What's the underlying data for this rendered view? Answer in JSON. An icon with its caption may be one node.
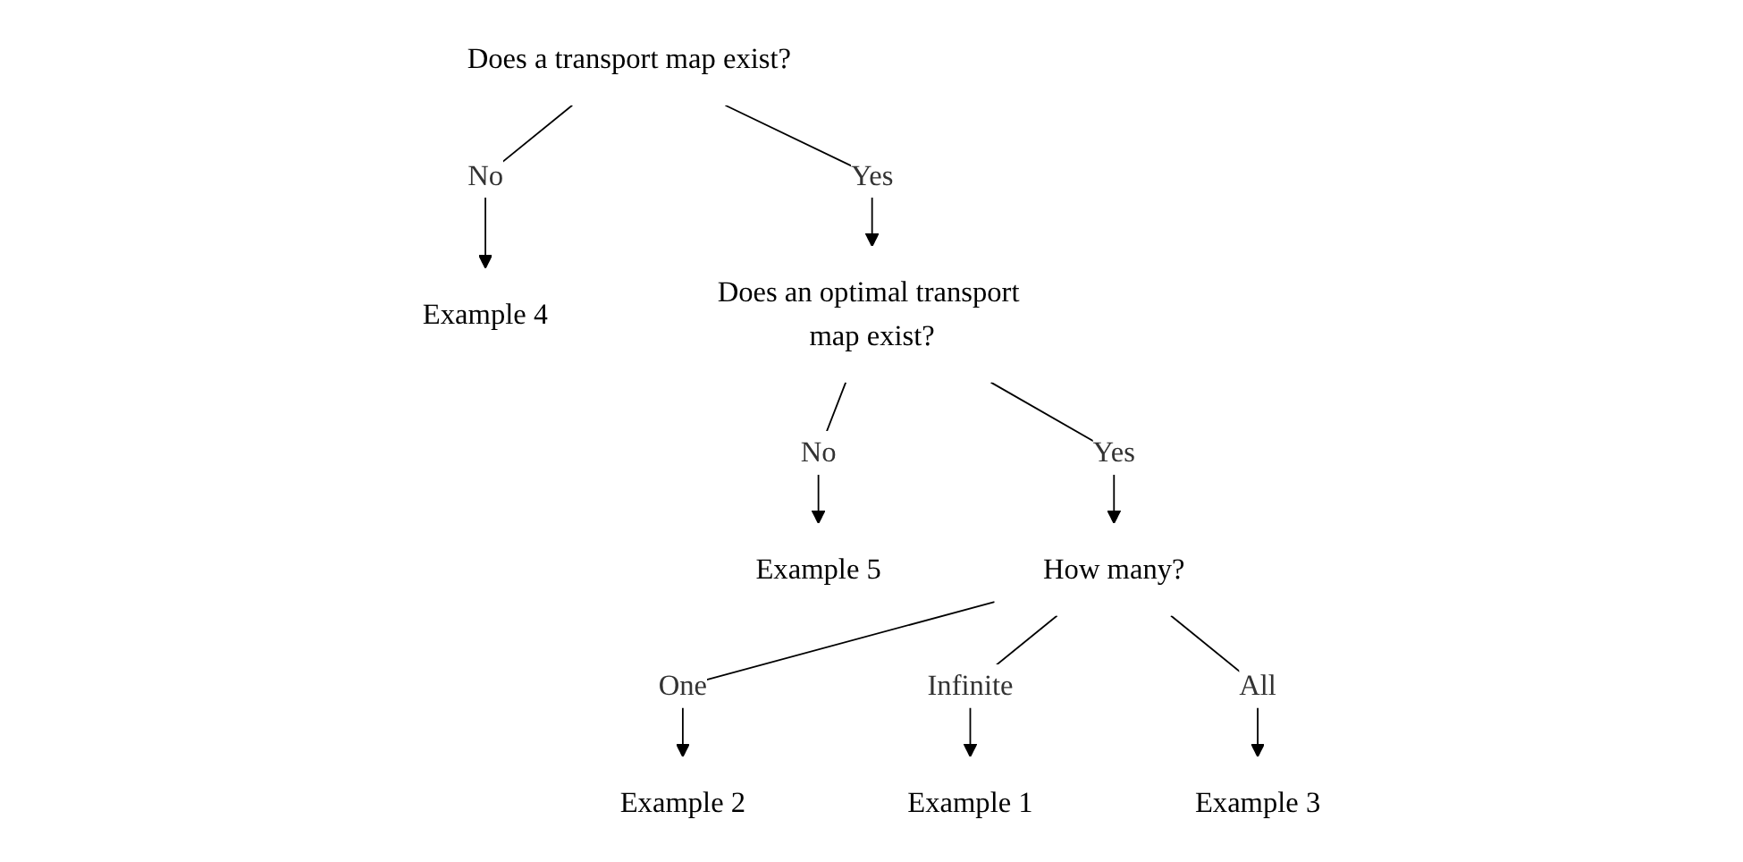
{
  "diagram": {
    "nodes": [
      {
        "text": [
          "Does a transport map exist?"
        ]
      },
      {
        "text": [
          "Example 4"
        ]
      },
      {
        "text": [
          "Does an optimal transport map exist?"
        ]
      },
      {
        "text": [
          "Example 5"
        ]
      },
      {
        "text": [
          "How many?"
        ]
      },
      {
        "text": [
          "Example 2"
        ]
      },
      {
        "text": [
          "Example 1"
        ]
      },
      {
        "text": [
          "Example 3"
        ]
      }
    ],
    "edges": [
      {
        "from": 0,
        "to": 1,
        "arrow": "to",
        "label": "No"
      },
      {
        "from": 0,
        "to": 2,
        "arrow": "to",
        "label": "Yes"
      },
      {
        "from": 2,
        "to": 3,
        "arrow": "to",
        "label": "No"
      },
      {
        "from": 2,
        "to": 4,
        "arrow": "to",
        "label": "Yes"
      },
      {
        "from": 4,
        "to": 5,
        "arrow": "to",
        "label": "One"
      },
      {
        "from": 4,
        "to": 6,
        "arrow": "to",
        "label": "Infinite"
      },
      {
        "from": 4,
        "to": 7,
        "arrow": "to",
        "label": "All"
      }
    ]
  }
}
